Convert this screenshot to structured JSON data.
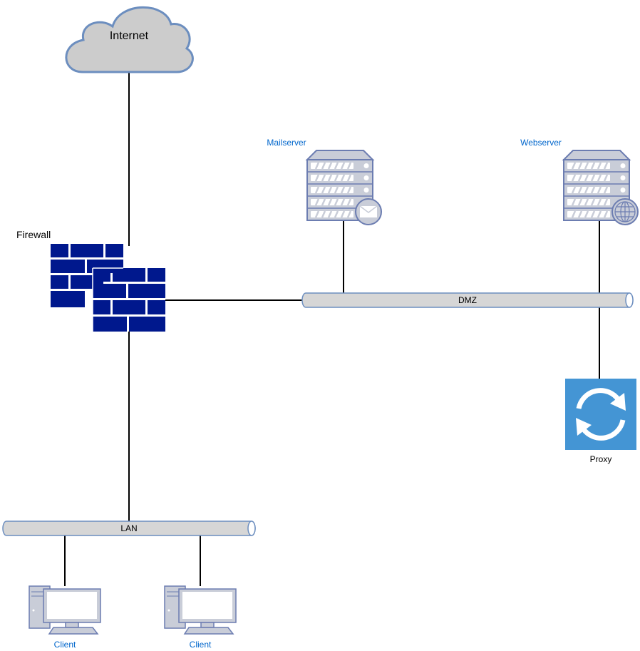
{
  "nodes": {
    "internet": {
      "label": "Internet"
    },
    "firewall": {
      "label": "Firewall"
    },
    "mailserver": {
      "label": "Mailserver"
    },
    "webserver": {
      "label": "Webserver"
    },
    "proxy": {
      "label": "Proxy"
    },
    "client_1": {
      "label": "Client"
    },
    "client_2": {
      "label": "Client"
    }
  },
  "buses": {
    "dmz": {
      "label": "DMZ"
    },
    "lan": {
      "label": "LAN"
    }
  },
  "colors": {
    "cloud_fill": "#cccccc",
    "cloud_stroke": "#6c8ebf",
    "firewall": "#00188d",
    "server_fill": "#c9cdd8",
    "server_stroke": "#6c7db1",
    "proxy_bg": "#4495d4",
    "server_label": "#0066cc",
    "bus_fill": "#d6d6d6",
    "line": "#000000"
  }
}
